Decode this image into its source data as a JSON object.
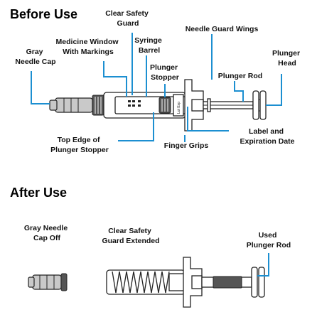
{
  "headings": {
    "before": "Before Use",
    "after": "After Use"
  },
  "before_labels": {
    "clear_safety_guard": [
      "Clear Safety",
      "Guard"
    ],
    "needle_guard_wings": [
      "Needle Guard Wings"
    ],
    "medicine_window": [
      "Medicine Window",
      "With Markings"
    ],
    "syringe_barrel": [
      "Syringe",
      "Barrel"
    ],
    "gray_needle_cap": [
      "Gray",
      "Needle Cap"
    ],
    "plunger_head": [
      "Plunger",
      "Head"
    ],
    "plunger_stopper": [
      "Plunger",
      "Stopper"
    ],
    "plunger_rod": [
      "Plunger Rod"
    ],
    "top_edge_stopper": [
      "Top Edge of",
      "Plunger Stopper"
    ],
    "finger_grips": [
      "Finger Grips"
    ],
    "label_expiration": [
      "Label and",
      "Expiration Date"
    ]
  },
  "after_labels": {
    "gray_needle_cap_off": [
      "Gray Needle",
      "Cap Off"
    ],
    "clear_safety_guard_extended": [
      "Clear Safety",
      "Guard Extended"
    ],
    "used_plunger_rod": [
      "Used",
      "Plunger Rod"
    ]
  },
  "syringe_label_text": "Lot Exp",
  "colors": {
    "leader": "#1c8fd1",
    "outline": "#222222",
    "cap_gray": "#c9c9c9"
  }
}
